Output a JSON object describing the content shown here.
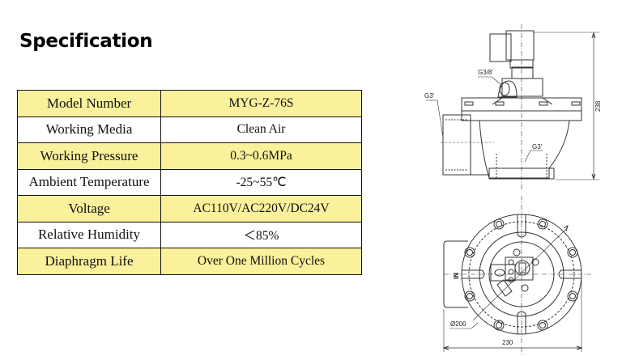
{
  "page": {
    "title": "Specification"
  },
  "spec_table": {
    "rows": [
      {
        "label": "Model Number",
        "value": "MYG-Z-76S",
        "highlight": true
      },
      {
        "label": "Working Media",
        "value": "Clean Air",
        "highlight": false
      },
      {
        "label": "Working Pressure",
        "value": "0.3~0.6MPa",
        "highlight": true
      },
      {
        "label": "Ambient Temperature",
        "value": "-25~55℃",
        "highlight": false
      },
      {
        "label": "Voltage",
        "value": "AC110V/AC220V/DC24V",
        "highlight": true
      },
      {
        "label": "Relative Humidity",
        "value": "＜85%",
        "highlight": false
      },
      {
        "label": "Diaphragm Life",
        "value": "Over One Million Cycles",
        "highlight": true
      }
    ],
    "highlight_color": "#fbf09b"
  },
  "drawing": {
    "side_view": {
      "labels": {
        "inlet_thread": "G3'",
        "pilot_thread": "G3/8'",
        "outlet_thread": "G3'",
        "height": "238"
      }
    },
    "top_view": {
      "labels": {
        "inlet": "IN",
        "diameter": "Ø200",
        "width": "230"
      }
    }
  }
}
